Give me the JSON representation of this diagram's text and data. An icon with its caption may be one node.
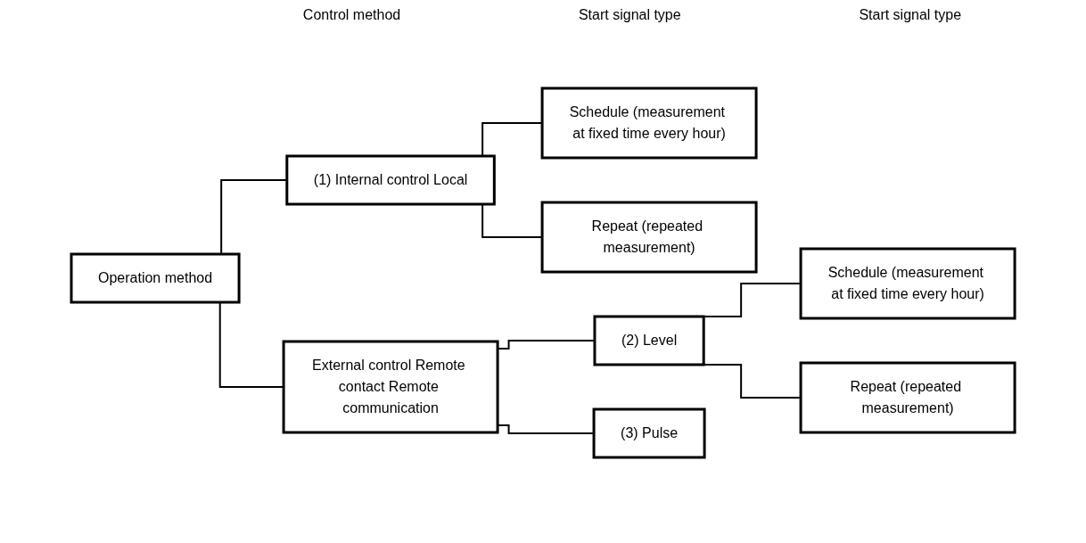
{
  "diagram": {
    "nodes": [
      {
        "text": [
          "Operation method"
        ]
      },
      {
        "text": [
          "(1) Internal control Local"
        ]
      },
      {
        "text": [
          "Schedule (measurement at fixed time every hour)"
        ]
      },
      {
        "text": [
          "Repeat (repeated measurement)"
        ]
      },
      {
        "text": [
          "External control Remote contact Remote communication"
        ]
      },
      {
        "text": [
          "(2) Level"
        ]
      },
      {
        "text": [
          "Schedule (measurement at fixed time every hour)"
        ]
      },
      {
        "text": [
          "Repeat (repeated measurement)"
        ]
      },
      {
        "text": [
          "(3) Pulse"
        ]
      }
    ],
    "edges": [
      {
        "from": 0,
        "to": 1,
        "arrow": "none"
      },
      {
        "from": 0,
        "to": 4,
        "arrow": "none"
      },
      {
        "from": 1,
        "to": 2,
        "arrow": "none"
      },
      {
        "from": 1,
        "to": 3,
        "arrow": "none"
      },
      {
        "from": 4,
        "to": 5,
        "arrow": "none"
      },
      {
        "from": 4,
        "to": 8,
        "arrow": "none"
      },
      {
        "from": 5,
        "to": 6,
        "arrow": "none"
      },
      {
        "from": 5,
        "to": 7,
        "arrow": "none"
      }
    ],
    "labels": [
      "Control method",
      "Start signal type",
      "Start signal type"
    ]
  }
}
